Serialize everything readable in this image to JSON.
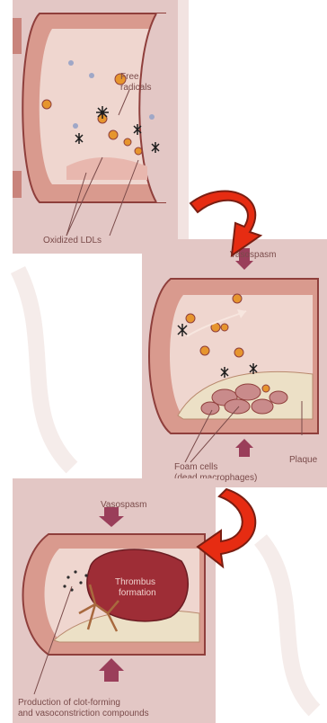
{
  "panel_1": {
    "label_free_radicals_line1": "Free",
    "label_free_radicals_line2": "radicals",
    "label_oxidized_ldls": "Oxidized LDLs"
  },
  "panel_2": {
    "label_vasospasm": "Vasospasm",
    "label_plaque": "Plaque",
    "label_foam_cells_line1": "Foam cells",
    "label_foam_cells_line2": "(dead macrophages)"
  },
  "panel_3": {
    "label_vasospasm": "Vasospasm",
    "label_thrombus_line1": "Thrombus",
    "label_thrombus_line2": "formation",
    "label_production_line1": "Production of clot-forming",
    "label_production_line2": "and vasoconstriction compounds"
  },
  "colors": {
    "panel_bg": "#e3c7c5",
    "vessel_wall": "#d99a8e",
    "vessel_dark": "#8f3f3c",
    "lumen": "#efd6cf",
    "plaque": "#ece0c6",
    "arrow_red": "#e62c12",
    "thrombus": "#9e2d36"
  }
}
